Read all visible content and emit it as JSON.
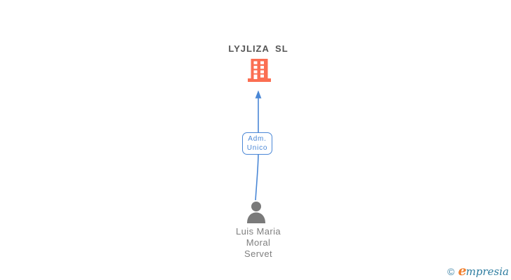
{
  "diagram": {
    "company": {
      "name": "LYJLIZA SL"
    },
    "relationship": {
      "line1": "Adm.",
      "line2": "Unico"
    },
    "person": {
      "line1": "Luis Maria",
      "line2": "Moral",
      "line3": "Servet"
    }
  },
  "watermark": {
    "copyright": "©",
    "brand_initial": "e",
    "brand_rest": "mpresia"
  },
  "colors": {
    "building_orange": "#fb6e52",
    "connector_blue": "#4a87d6",
    "title_gray": "#555555",
    "person_gray": "#7a7a7a",
    "name_gray": "#7f7f7f",
    "brand_teal": "#2e7da0",
    "brand_orange": "#f08030",
    "background": "#ffffff"
  }
}
